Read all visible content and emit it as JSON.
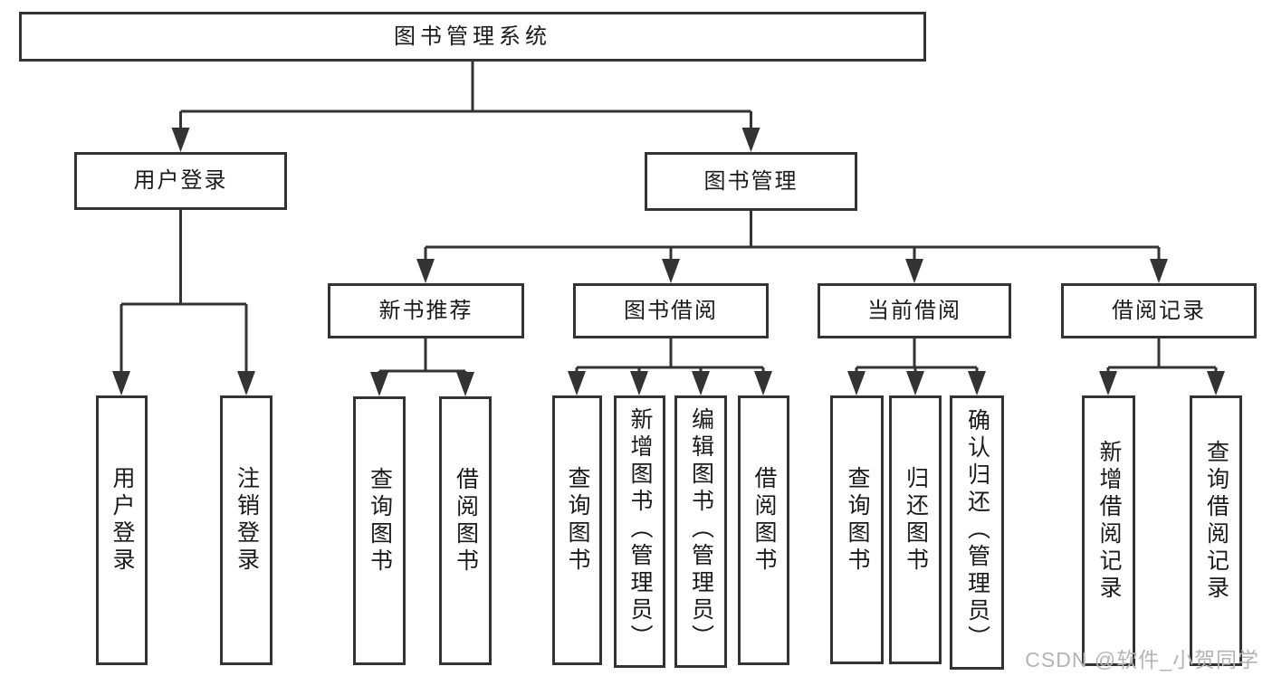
{
  "diagram": {
    "root": {
      "label": "图书管理系统"
    },
    "children": [
      {
        "label": "用户登录",
        "children": [
          {
            "label": "用户登录"
          },
          {
            "label": "注销登录"
          }
        ]
      },
      {
        "label": "图书管理",
        "children": [
          {
            "label": "新书推荐",
            "children": [
              {
                "label": "查询图书"
              },
              {
                "label": "借阅图书"
              }
            ]
          },
          {
            "label": "图书借阅",
            "children": [
              {
                "label": "查询图书"
              },
              {
                "label": "新增图书（管理员）"
              },
              {
                "label": "编辑图书（管理员）"
              },
              {
                "label": "借阅图书"
              }
            ]
          },
          {
            "label": "当前借阅",
            "children": [
              {
                "label": "查询图书"
              },
              {
                "label": "归还图书"
              },
              {
                "label": "确认归还（管理员）"
              }
            ]
          },
          {
            "label": "借阅记录",
            "children": [
              {
                "label": "新增借阅记录"
              },
              {
                "label": "查询借阅记录"
              }
            ]
          }
        ]
      }
    ]
  },
  "watermark": {
    "text": "CSDN @软件_小贺同学"
  },
  "colors": {
    "line": "#333333",
    "node_border": "#333333",
    "node_text": "#1a1a1a",
    "background": "#ffffff",
    "watermark_text": "#b4b4b4"
  }
}
